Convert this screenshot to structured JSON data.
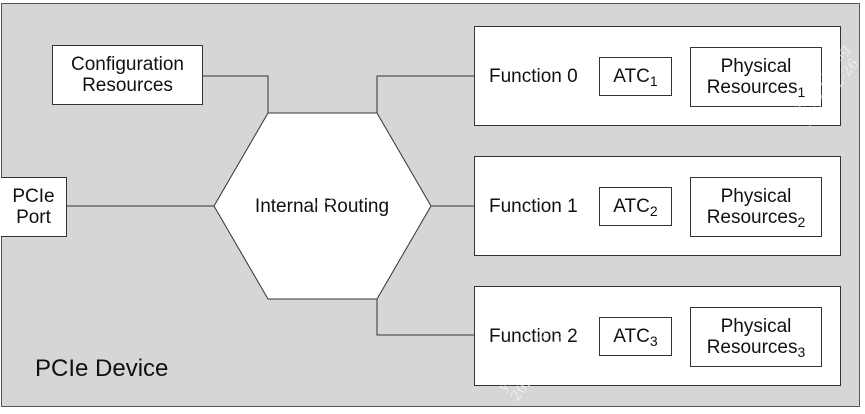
{
  "device_label": "PCIe Device",
  "config": {
    "line1": "Configuration",
    "line2": "Resources"
  },
  "port": {
    "line1": "PCIe",
    "line2": "Port"
  },
  "routing": "Internal Routing",
  "functions": [
    {
      "name": "Function 0",
      "atc": "ATC",
      "atc_sub": "1",
      "res_line1": "Physical",
      "res_line2": "Resources",
      "res_sub": "1"
    },
    {
      "name": "Function 1",
      "atc": "ATC",
      "atc_sub": "2",
      "res_line1": "Physical",
      "res_line2": "Resources",
      "res_sub": "2"
    },
    {
      "name": "Function 2",
      "atc": "ATC",
      "atc_sub": "3",
      "res_line1": "Physical",
      "res_line2": "Resources",
      "res_sub": "3"
    }
  ],
  "watermarks": [
    {
      "line1": "yinhui.wang",
      "line2": "2024-02-26"
    },
    {
      "line1": "yinhui.wang",
      "line2": "2024-02-26"
    },
    {
      "line1": "yinhui.wang",
      "line2": "2024-02-26"
    }
  ]
}
